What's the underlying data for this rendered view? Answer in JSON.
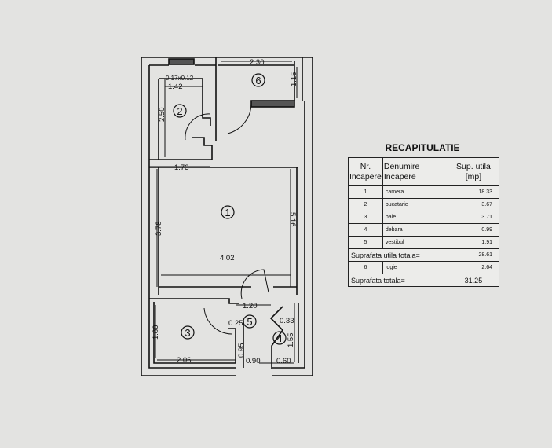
{
  "plan": {
    "rooms": [
      "1",
      "2",
      "3",
      "4",
      "5",
      "6"
    ],
    "dims": {
      "d230": "2.30",
      "d115": "1.15",
      "d017": "0.17x0.12",
      "d142": "1.42",
      "d250": "2.50",
      "d173": "1.73",
      "d378": "3.78",
      "d516": "5.16",
      "d402": "4.02",
      "d120": "1.20",
      "d025": "0.25",
      "d033": "0.33",
      "d180": "1.80",
      "d155": "1.55",
      "d095": "0.95",
      "d206": "2.06",
      "d090": "0.90",
      "d060": "0.60"
    }
  },
  "table": {
    "title": "RECAPITULATIE",
    "headers": [
      "Nr.\nIncapere",
      "Denumire\nIncapere",
      "Sup. utila\n[mp]"
    ],
    "rows": [
      {
        "nr": "1",
        "name": "camera",
        "area": "18.33"
      },
      {
        "nr": "2",
        "name": "bucatarie",
        "area": "3.67"
      },
      {
        "nr": "3",
        "name": "baie",
        "area": "3.71"
      },
      {
        "nr": "4",
        "name": "debara",
        "area": "0.99"
      },
      {
        "nr": "5",
        "name": "vestibul",
        "area": "1.91"
      }
    ],
    "subtotal_label": "Suprafata utila totala=",
    "subtotal": "28.61",
    "loggia": {
      "nr": "6",
      "name": "logie",
      "area": "2.64"
    },
    "total_label": "Suprafata totala=",
    "total": "31.25"
  }
}
